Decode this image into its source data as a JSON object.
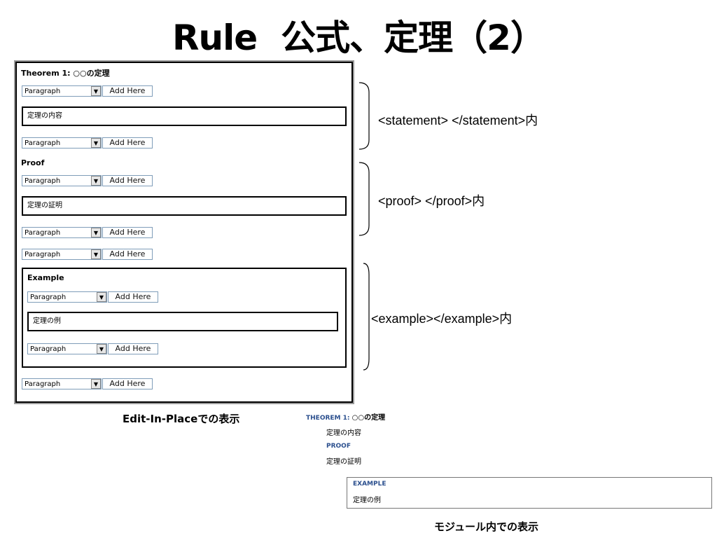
{
  "slide": {
    "title_left": "Rule",
    "title_right": "公式、定理（2）"
  },
  "editor": {
    "theorem_label": "Theorem 1: ○○の定理",
    "proof_label": "Proof",
    "example_label": "Example",
    "select_value": "Paragraph",
    "add_button_label": "Add Here",
    "statement_field": "定理の内容",
    "proof_field": "定理の証明",
    "example_field": "定理の例"
  },
  "annotations": {
    "statement": "<statement> </statement>内",
    "proof": "<proof> </proof>内",
    "example": "<example></example>内"
  },
  "captions": {
    "edit_in_place": "Edit-In-Placeでの表示",
    "module": "モジュール内での表示"
  },
  "module_view": {
    "theorem_head": "THEOREM 1:",
    "theorem_name": "○○の定理",
    "statement": "定理の内容",
    "proof_head": "PROOF",
    "proof": "定理の証明",
    "example_head": "EXAMPLE",
    "example": "定理の例",
    "head_color": "#2b4f8e"
  }
}
